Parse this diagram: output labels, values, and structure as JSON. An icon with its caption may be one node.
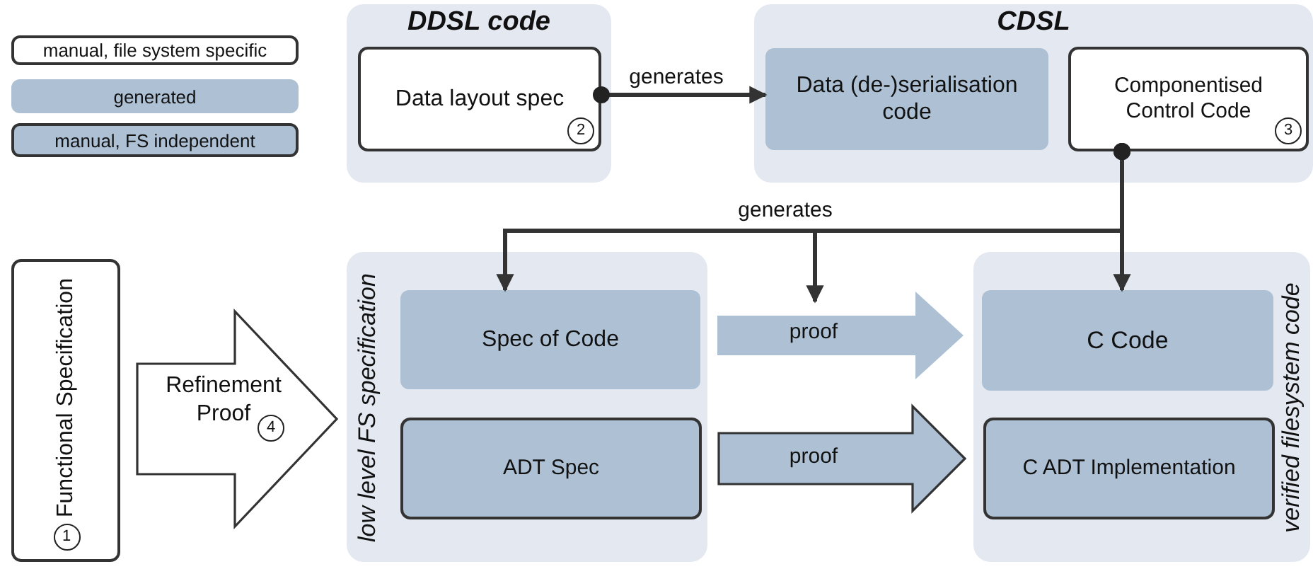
{
  "diagram": {
    "nodes": [
      {
        "text": [
          "DDSL code"
        ]
      },
      {
        "text": [
          "Data layout spec",
          "2"
        ],
        "in": 0
      },
      {
        "text": [
          "CDSL"
        ]
      },
      {
        "text": [
          "Data (de-)serialisation code"
        ],
        "in": 2
      },
      {
        "text": [
          "Componentised Control Code",
          "3"
        ],
        "in": 2
      },
      {
        "text": [
          "Functional Specification",
          "1"
        ]
      },
      {
        "text": [
          "low level FS specification"
        ]
      },
      {
        "text": [
          "Spec of Code"
        ],
        "in": 6
      },
      {
        "text": [
          "ADT Spec"
        ],
        "in": 6
      },
      {
        "text": [
          "verified filesystem code"
        ]
      },
      {
        "text": [
          "C Code"
        ],
        "in": 9
      },
      {
        "text": [
          "C ADT Implementation"
        ],
        "in": 9
      }
    ],
    "edges": [
      {
        "from": 1,
        "to": 3,
        "arrow": "to",
        "label": "generates"
      },
      {
        "from": 4,
        "to": 7,
        "arrow": "to",
        "label": "generates"
      },
      {
        "from": 4,
        "to": null,
        "arrow": "to"
      },
      {
        "from": 4,
        "to": 10,
        "arrow": "to"
      },
      {
        "from": 5,
        "to": 6,
        "arrow": "to",
        "label": "Refinement Proof",
        "style": "thick",
        "color": "#ffffff"
      },
      {
        "from": 7,
        "to": 10,
        "arrow": "to",
        "label": "proof",
        "style": "thick"
      },
      {
        "from": 8,
        "to": 11,
        "arrow": "to",
        "label": "proof",
        "style": "thick"
      }
    ],
    "labels": [
      "4"
    ],
    "legend": [
      {
        "text": "manual, file system specific",
        "color": "#ffffff"
      },
      {
        "text": "generated",
        "color": "#adc0d4"
      },
      {
        "text": "manual, FS independent",
        "color": "#adc0d4"
      }
    ]
  }
}
